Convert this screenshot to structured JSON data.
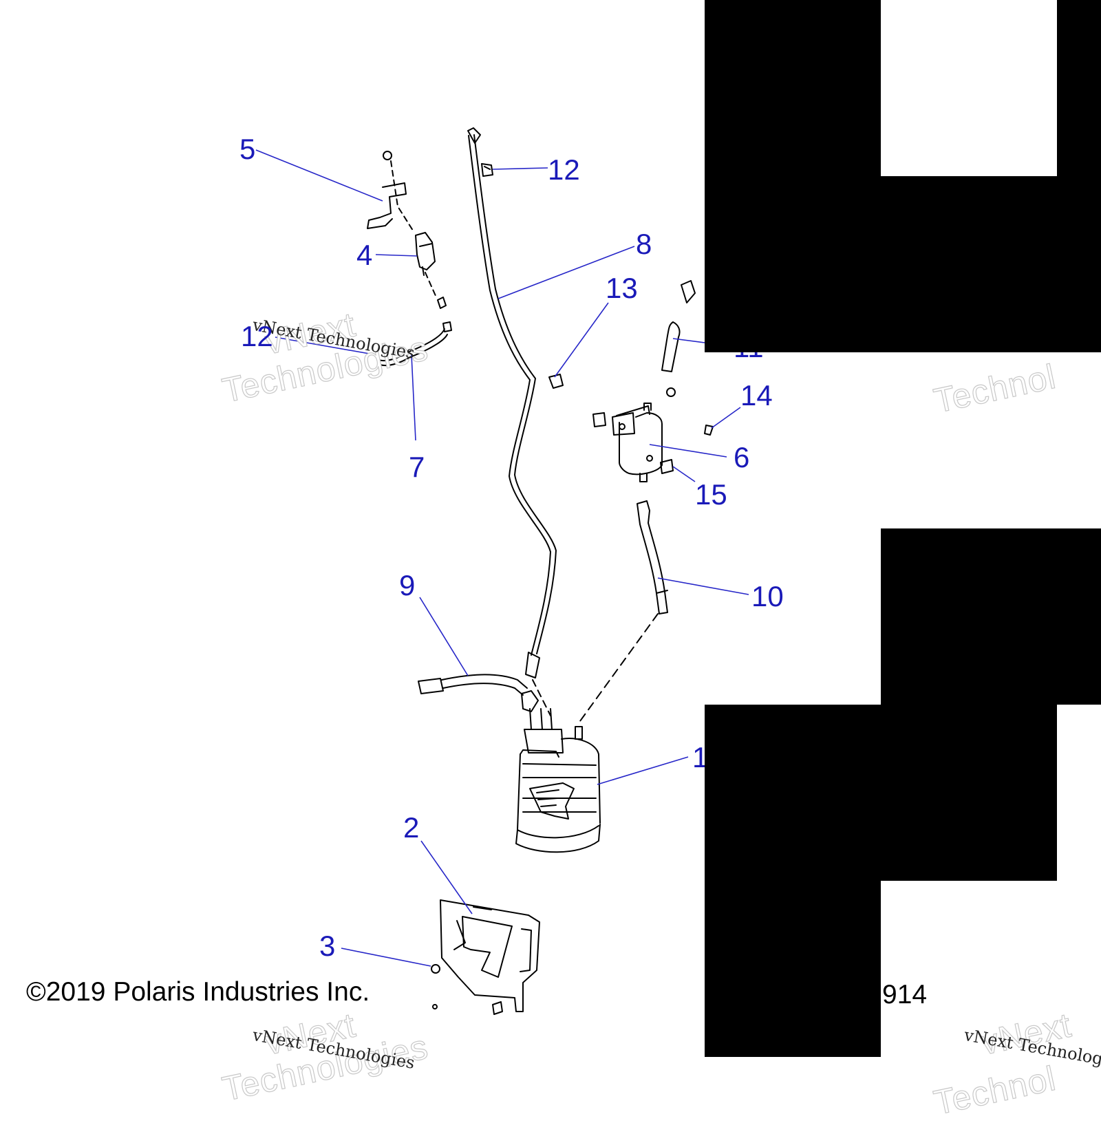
{
  "callouts": {
    "c1": "1",
    "c2": "2",
    "c3": "3",
    "c4": "4",
    "c5": "5",
    "c6": "6",
    "c7": "7",
    "c8": "8",
    "c9": "9",
    "c10": "10",
    "c11": "11",
    "c12a": "12",
    "c12b": "12",
    "c13": "13",
    "c14": "14",
    "c15": "15"
  },
  "footer": {
    "copyright": "©2019 Polaris Industries Inc.",
    "doc_code": "914"
  },
  "watermark": {
    "small": "vNext Technologies",
    "big_1": "vNext",
    "big_2": "Technologies",
    "big_3": "Technol"
  },
  "colors": {
    "callout": "#1a1ab8",
    "leader": "#2626c8",
    "part_outline": "#000000",
    "background": "#ffffff"
  }
}
